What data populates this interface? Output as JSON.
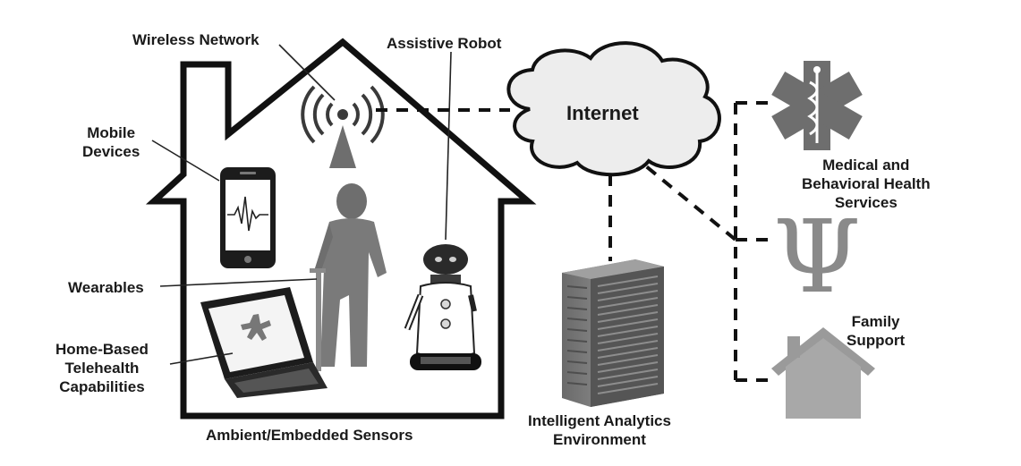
{
  "labels": {
    "wireless_network": "Wireless Network",
    "assistive_robot": "Assistive Robot",
    "mobile_devices": "Mobile\nDevices",
    "wearables": "Wearables",
    "home_telehealth": "Home-Based\nTelehealth\nCapabilities",
    "ambient_sensors": "Ambient/Embedded Sensors",
    "internet": "Internet",
    "analytics": "Intelligent Analytics\nEnvironment",
    "medical_services": "Medical and\nBehavioral Health\nServices",
    "family_support": "Family\nSupport"
  },
  "icons": [
    "house-icon",
    "wifi-tower-icon",
    "smartphone-icon",
    "person-with-crutch-icon",
    "robot-icon",
    "laptop-icon",
    "cloud-icon",
    "server-icon",
    "star-of-life-icon",
    "psi-icon",
    "home-icon"
  ],
  "colors": {
    "outline": "#111111",
    "icon_fill": "#6e6e6e",
    "icon_light": "#9a9a9a",
    "cloud_fill": "#ededed"
  }
}
